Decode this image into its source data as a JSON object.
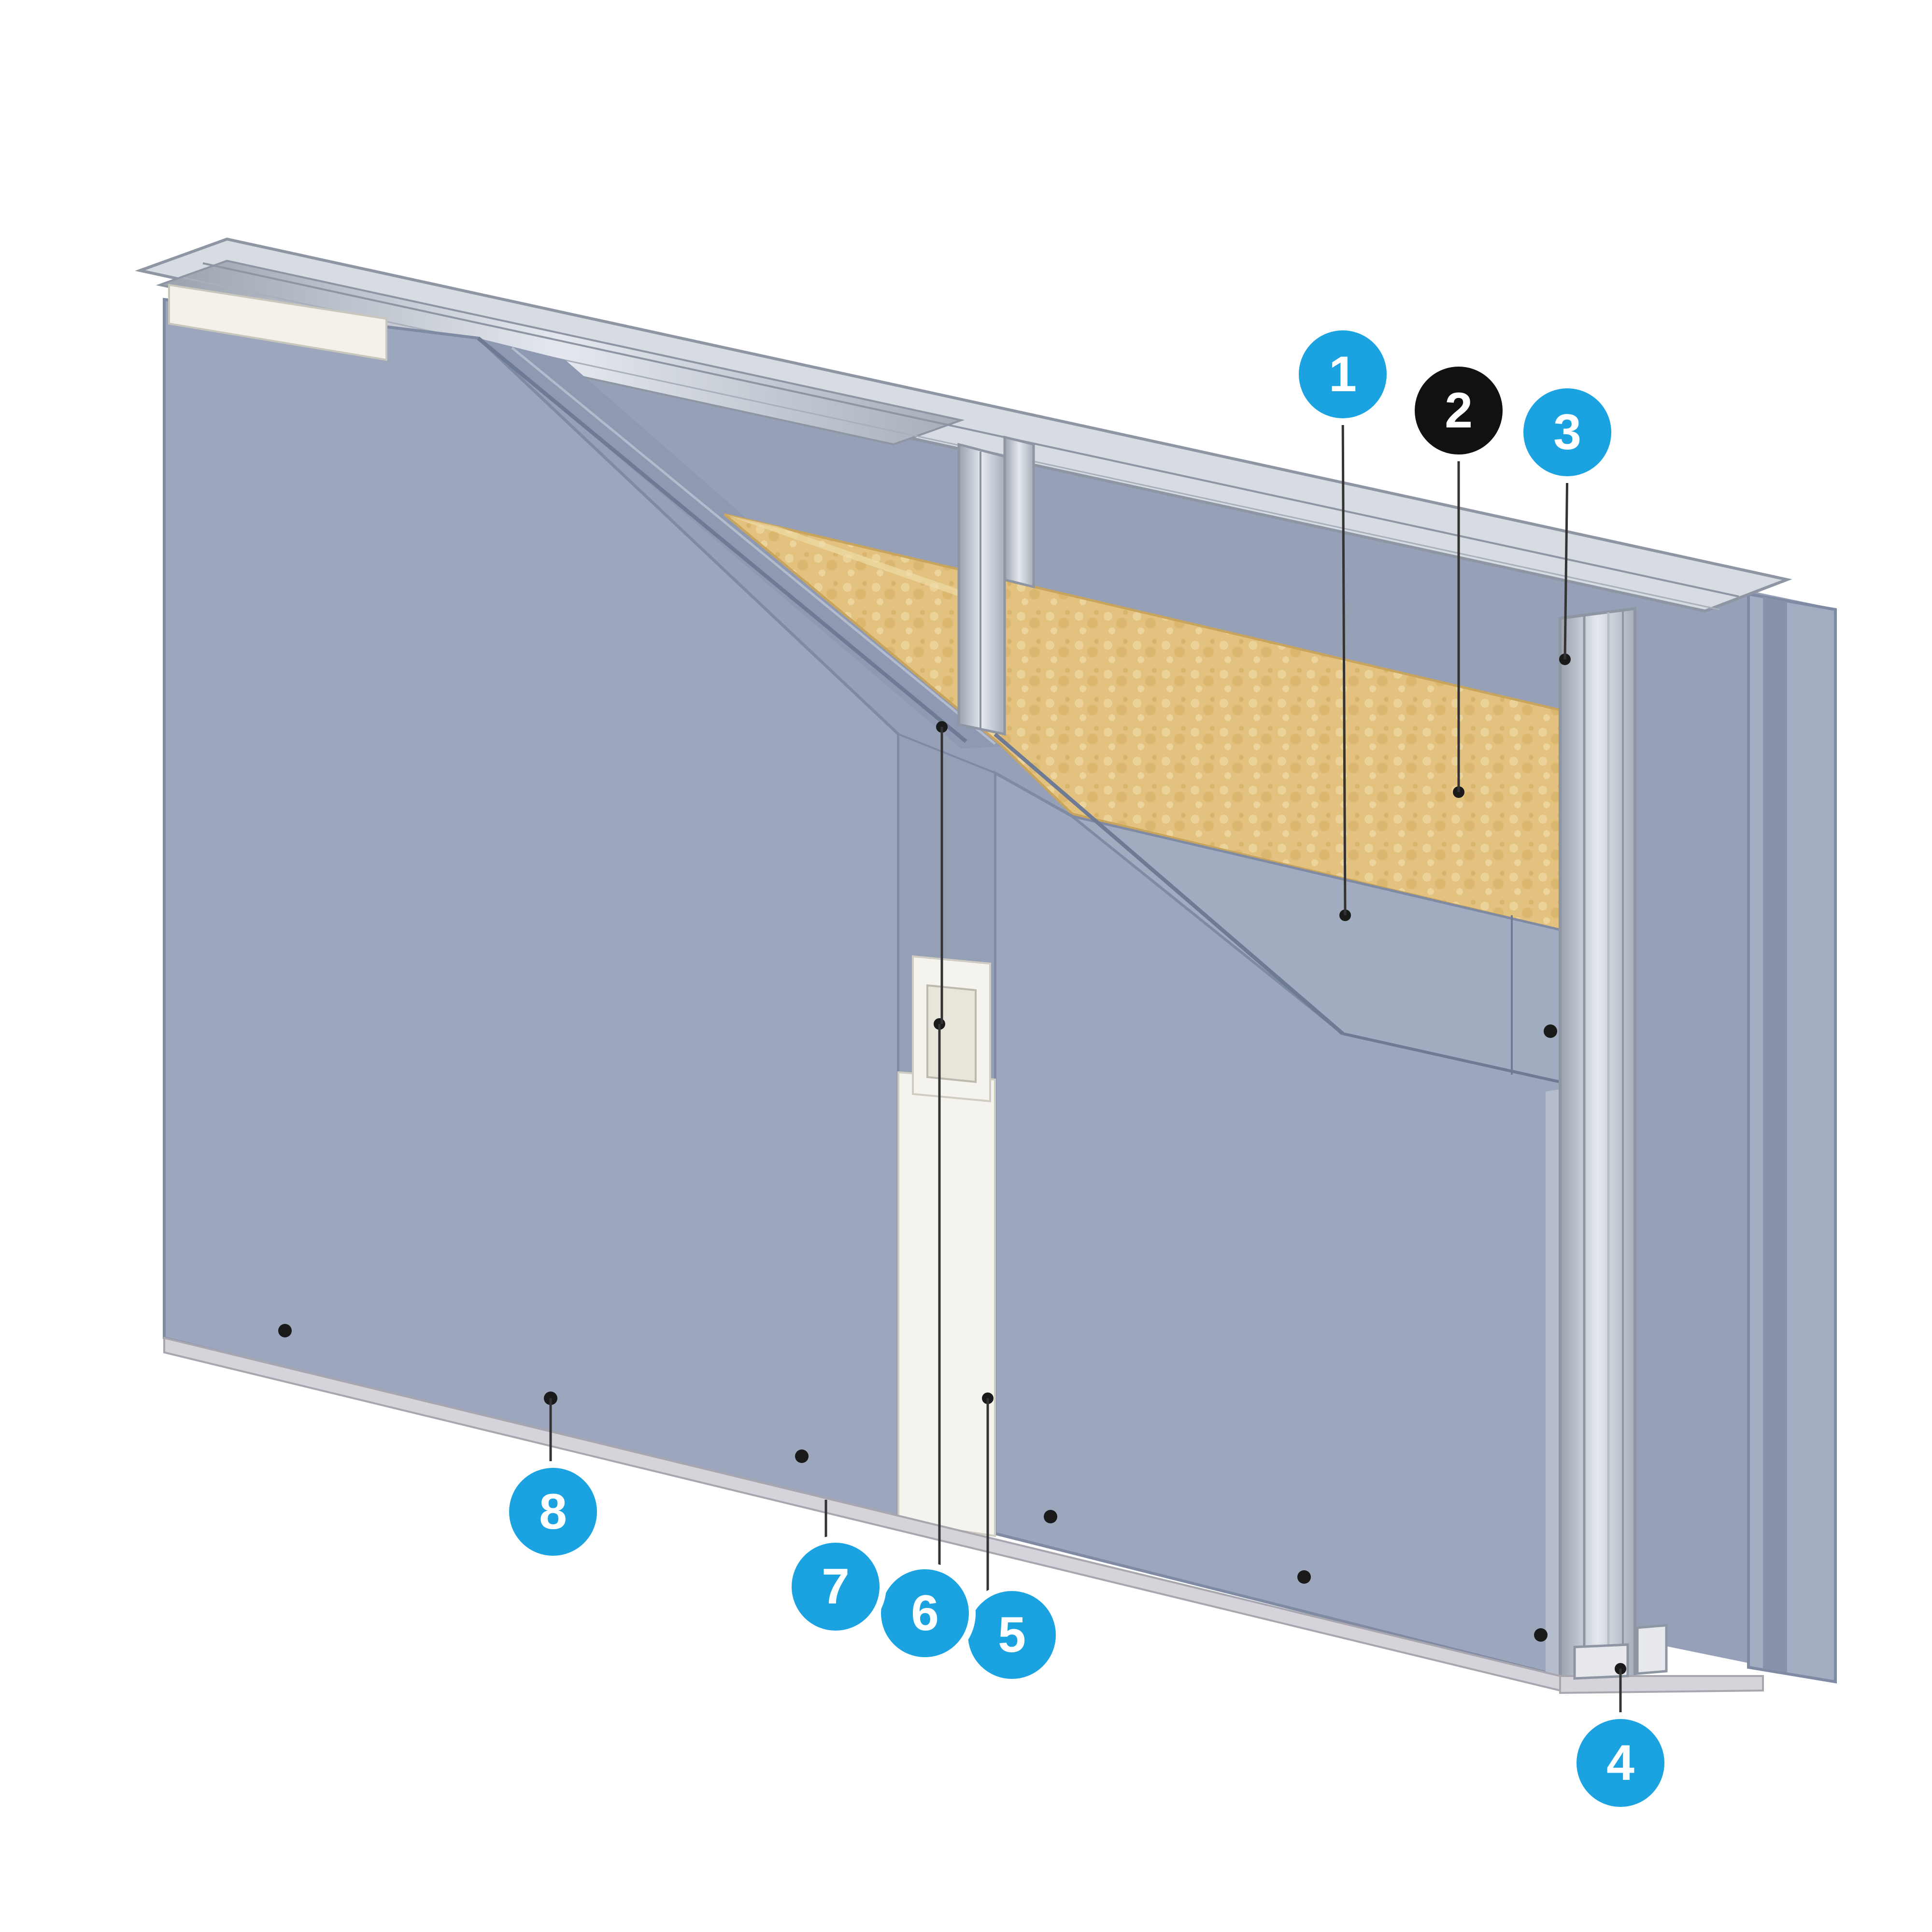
{
  "diagram": {
    "colors": {
      "board": "#9ca6bc",
      "board_edge": "#7f8aa3",
      "board_dark": "#6f7a94",
      "insulation": "#e2c27e",
      "insulation_light": "#efd9a3",
      "metal": "#c9ced6",
      "metal_dark": "#8e96a3",
      "tape": "#f3f1ea",
      "floor_strip": "#d6d3db",
      "badge_blue": "#1aa3e0",
      "badge_black": "#111111",
      "leader": "#333333"
    },
    "callouts": [
      {
        "label": "1",
        "style": "blue"
      },
      {
        "label": "2",
        "style": "black"
      },
      {
        "label": "3",
        "style": "blue"
      },
      {
        "label": "4",
        "style": "blue"
      },
      {
        "label": "5",
        "style": "blue"
      },
      {
        "label": "6",
        "style": "blue"
      },
      {
        "label": "7",
        "style": "blue"
      },
      {
        "label": "8",
        "style": "blue"
      }
    ]
  }
}
